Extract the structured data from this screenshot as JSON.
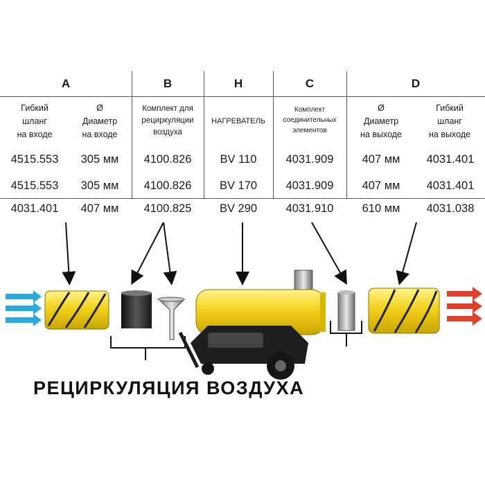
{
  "columns": [
    {
      "key": "A",
      "label": "A"
    },
    {
      "key": "B",
      "label": "B"
    },
    {
      "key": "H",
      "label": "H"
    },
    {
      "key": "C",
      "label": "C"
    },
    {
      "key": "D",
      "label": "D"
    }
  ],
  "subheaders": {
    "a1": "Гибкий\nшланг\nна входе",
    "a2": "Ø\nДиаметр\nна входе",
    "b": "Комплект для\nрециркуляции\nвоздуха",
    "h": "НАГРЕВАТЕЛЬ",
    "c": "Комплект\nсоединительных\nэлементов",
    "d1": "Ø\nДиаметр\nна выходе",
    "d2": "Гибкий\nшланг\nна выходе"
  },
  "rows": [
    [
      "4515.553",
      "305 мм",
      "4100.826",
      "BV 110",
      "4031.909",
      "407 мм",
      "4031.401"
    ],
    [
      "4515.553",
      "305 мм",
      "4100.826",
      "BV 170",
      "4031.909",
      "407 мм",
      "4031.401"
    ],
    [
      "4031.401",
      "407 мм",
      "4100.825",
      "BV 290",
      "4031.910",
      "610 мм",
      "4031.038"
    ]
  ],
  "title": "РЕЦИРКУЛЯЦИЯ ВОЗДУХА",
  "colors": {
    "hose_yellow": "#f2d21c",
    "heater_yellow": "#f1cf18",
    "inlet_arrow": "#2aa8e0",
    "outlet_arrow": "#e0412b",
    "chassis": "#1e1e1e"
  },
  "icons": {
    "inlet": "blue-air-arrows-icon",
    "outlet": "red-air-arrows-icon"
  }
}
